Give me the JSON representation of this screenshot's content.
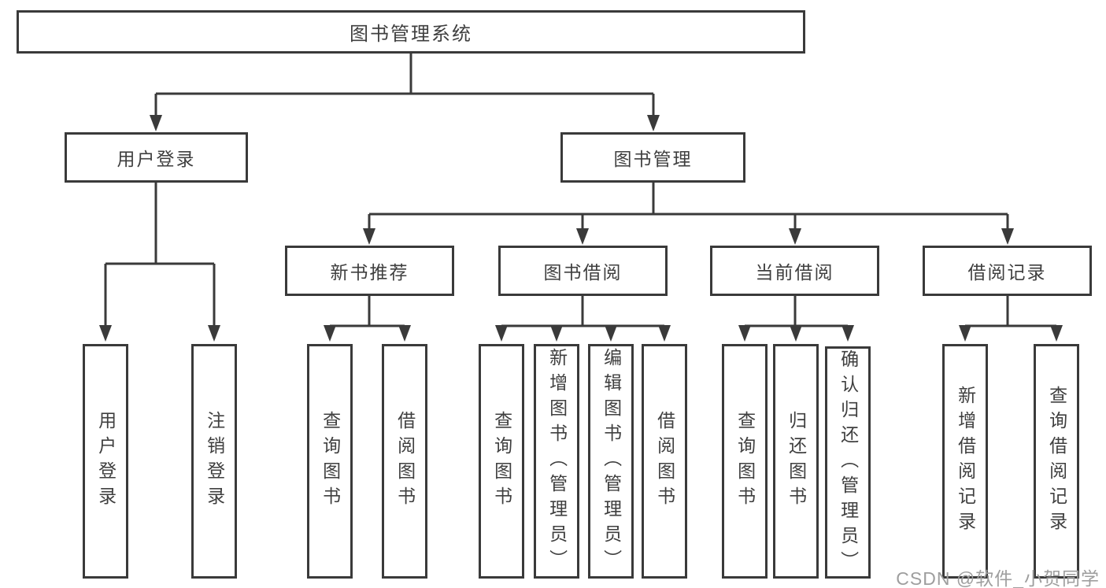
{
  "diagram": {
    "root": {
      "label": "图书管理系统"
    },
    "level2": [
      {
        "label": "用户登录"
      },
      {
        "label": "图书管理"
      }
    ],
    "level3": [
      {
        "label": "新书推荐"
      },
      {
        "label": "图书借阅"
      },
      {
        "label": "当前借阅"
      },
      {
        "label": "借阅记录"
      }
    ],
    "leaves": [
      {
        "label": "用户登录"
      },
      {
        "label": "注销登录"
      },
      {
        "label": "查询图书"
      },
      {
        "label": "借阅图书"
      },
      {
        "label": "查询图书"
      },
      {
        "label": "新增图书（管理员）"
      },
      {
        "label": "编辑图书（管理员）"
      },
      {
        "label": "借阅图书"
      },
      {
        "label": "查询图书"
      },
      {
        "label": "归还图书"
      },
      {
        "label": "确认归还（管理员）"
      },
      {
        "label": "新增借阅记录"
      },
      {
        "label": "查询借阅记录"
      }
    ]
  },
  "watermark": {
    "text": "CSDN @软件_小贺同学"
  },
  "colors": {
    "line": "#3a3a3a",
    "text": "#3f3f3f",
    "watermark": "#9e9e9e",
    "background": "#ffffff"
  }
}
